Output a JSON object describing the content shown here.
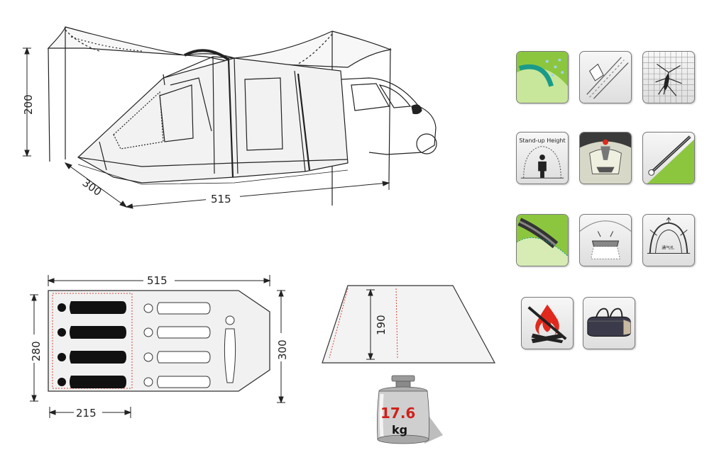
{
  "side_view": {
    "height": "200",
    "depth": "300",
    "length": "515"
  },
  "floor_plan": {
    "length": "515",
    "width_outer": "300",
    "width_inner": "280",
    "inner_length": "215"
  },
  "section": {
    "height": "190"
  },
  "weight": {
    "value": "17.6",
    "unit": "kg"
  },
  "icons": {
    "stand_up_height_label": "Stand-up Height",
    "vent_label": "通气孔"
  },
  "colors": {
    "accent_green": "#8cc63f",
    "teal": "#1a9a8a",
    "flame_red": "#e0281c",
    "weight_red": "#d0201a"
  }
}
